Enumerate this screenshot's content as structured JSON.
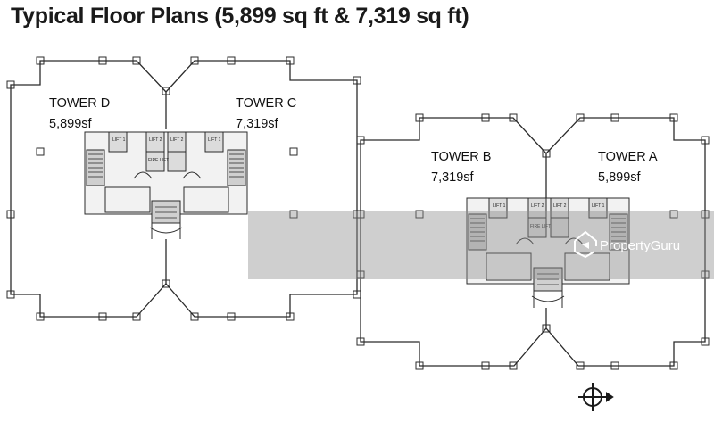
{
  "title": "Typical Floor Plans (5,899 sq ft & 7,319 sq ft)",
  "towers": [
    {
      "name": "TOWER D",
      "area": "5,899sf"
    },
    {
      "name": "TOWER C",
      "area": "7,319sf"
    },
    {
      "name": "TOWER B",
      "area": "7,319sf"
    },
    {
      "name": "TOWER A",
      "area": "5,899sf"
    }
  ],
  "core_labels": {
    "lift1": "LIFT 1",
    "lift2": "LIFT 2",
    "fire_lift": "FIRE LIFT"
  },
  "watermark": "PropertyGuru",
  "colors": {
    "line": "#2b2b2b",
    "watermark_band": "#8c8c8c",
    "core_fill": "#d8d8d8"
  },
  "icons": [
    "compass-icon",
    "propertyguru-logo-icon"
  ]
}
